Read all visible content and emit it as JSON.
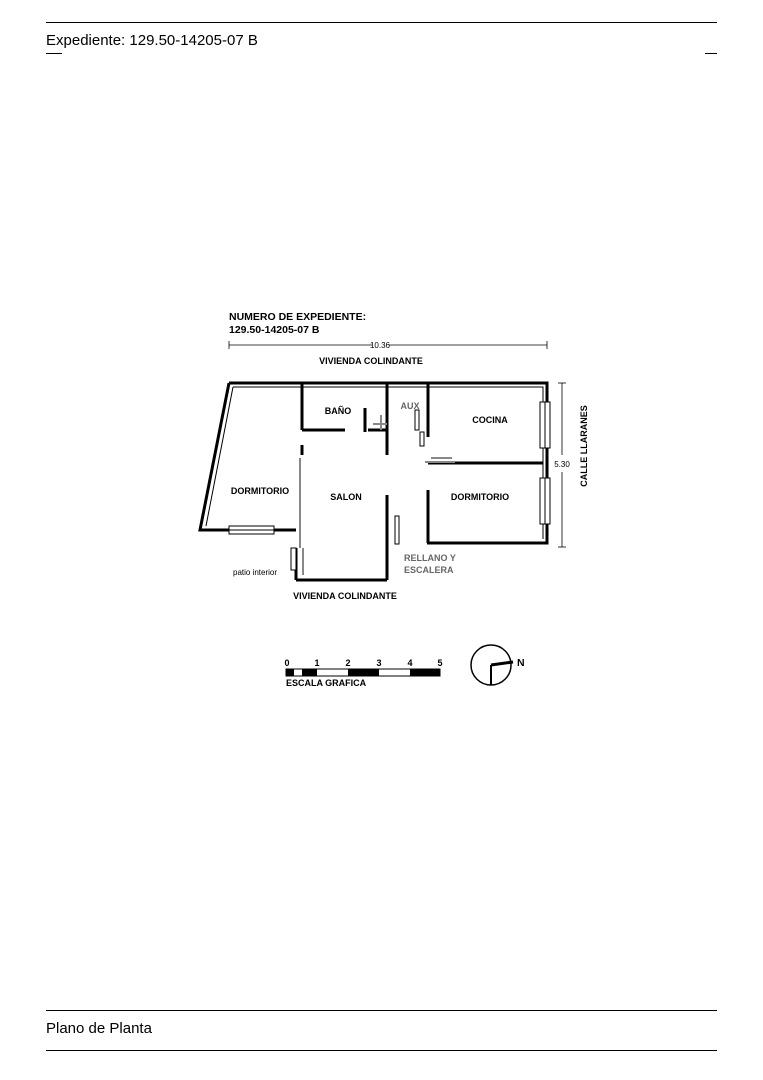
{
  "header": {
    "expediente": "Expediente: 129.50-14205-07 B"
  },
  "footer": {
    "caption": "Plano de Planta"
  },
  "plan": {
    "heading_line1": "NUMERO DE EXPEDIENTE:",
    "heading_line2": "129.50-14205-07 B",
    "width_dim": "10.36",
    "depth_dim": "5.30",
    "street": "CALLE LLARANES",
    "neighbor_top": "VIVIENDA COLINDANTE",
    "neighbor_bottom": "VIVIENDA COLINDANTE",
    "rooms": {
      "bano": "BAÑO",
      "aux": "AUX",
      "cocina": "COCINA",
      "dormitorio_left": "DORMITORIO",
      "salon": "SALON",
      "dormitorio_right": "DORMITORIO",
      "rellano_line1": "RELLANO Y",
      "rellano_line2": "ESCALERA",
      "patio": "patio interior"
    },
    "scale": {
      "label": "ESCALA GRAFICA",
      "ticks": [
        "0",
        "1",
        "2",
        "3",
        "4",
        "5"
      ]
    },
    "north": "N"
  }
}
